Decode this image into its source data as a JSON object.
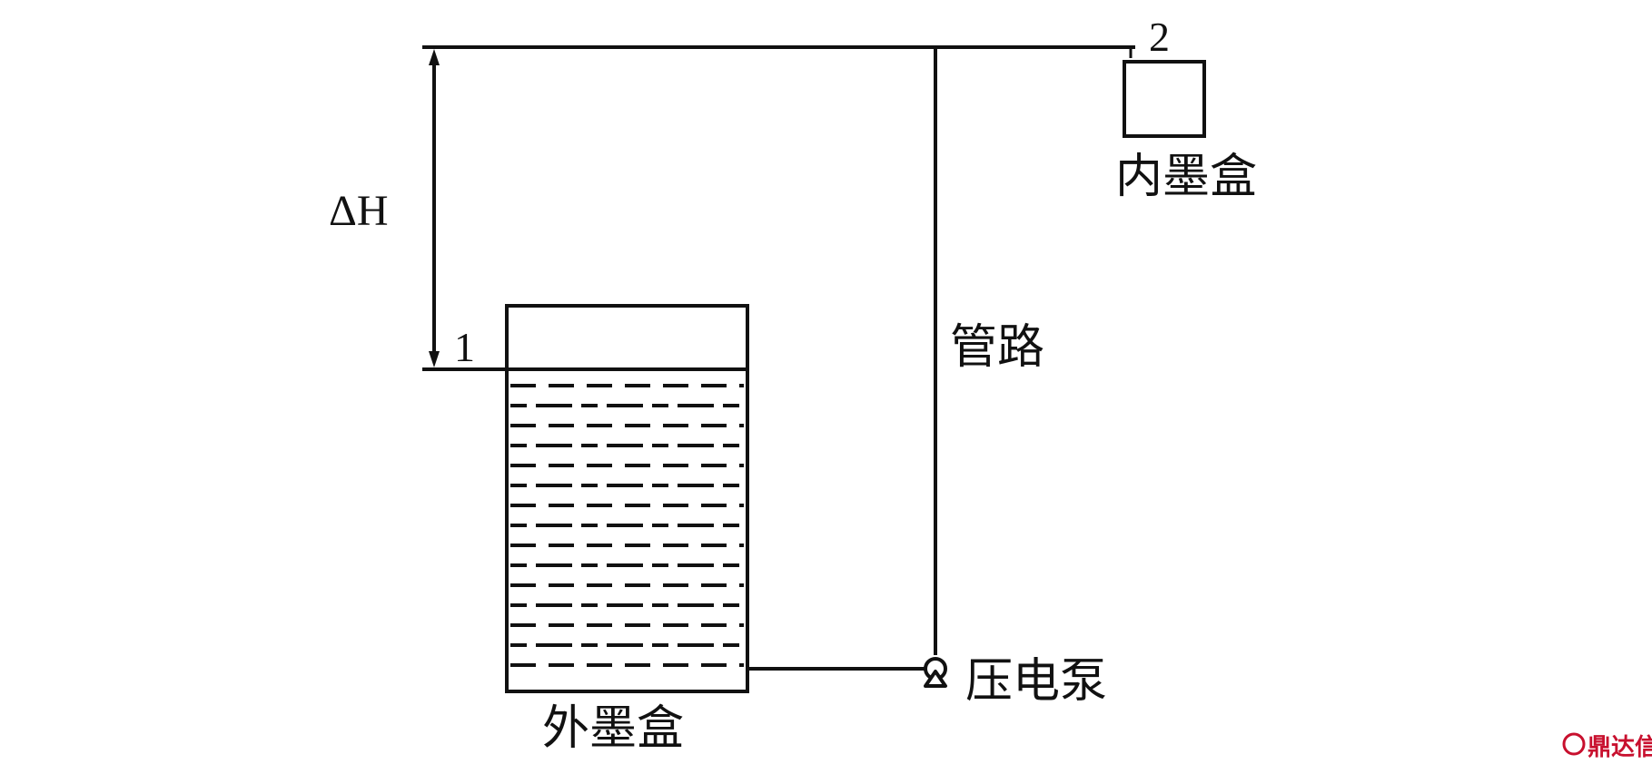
{
  "labels": {
    "delta_h": "ΔH",
    "level_1": "1",
    "level_2": "2",
    "inner_cartridge": "内墨盒",
    "outer_cartridge": "外墨盒",
    "pipeline": "管路",
    "piezo_pump": "压电泵"
  },
  "watermark": {
    "text": "鼎达信"
  },
  "colors": {
    "line": "#111111",
    "watermark": "#c8102e"
  }
}
